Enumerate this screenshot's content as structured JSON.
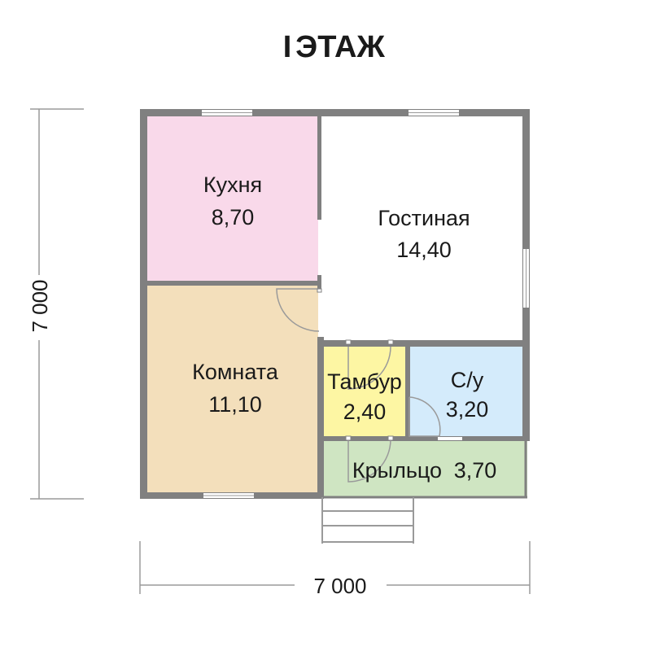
{
  "title": {
    "floor_number": "I",
    "floor_word": "ЭТАЖ"
  },
  "colors": {
    "wall": "#808080",
    "kitchen": "#f9d9ea",
    "living": "#ffffff",
    "room": "#f3dfbb",
    "vestibule": "#fdf6a3",
    "bathroom": "#d4ebfb",
    "porch": "#cfe5c2",
    "window": "#ffffff",
    "dimension_line": "#9a9a9a"
  },
  "rooms": {
    "kitchen": {
      "name": "Кухня",
      "area": "8,70"
    },
    "living": {
      "name": "Гостиная",
      "area": "14,40"
    },
    "room": {
      "name": "Комната",
      "area": "11,10"
    },
    "vestibule": {
      "name": "Тамбур",
      "area": "2,40"
    },
    "bathroom": {
      "name": "С/у",
      "area": "3,20"
    },
    "porch": {
      "name": "Крыльцо",
      "area": "3,70"
    }
  },
  "dimensions": {
    "width": "7 000",
    "height": "7 000"
  }
}
